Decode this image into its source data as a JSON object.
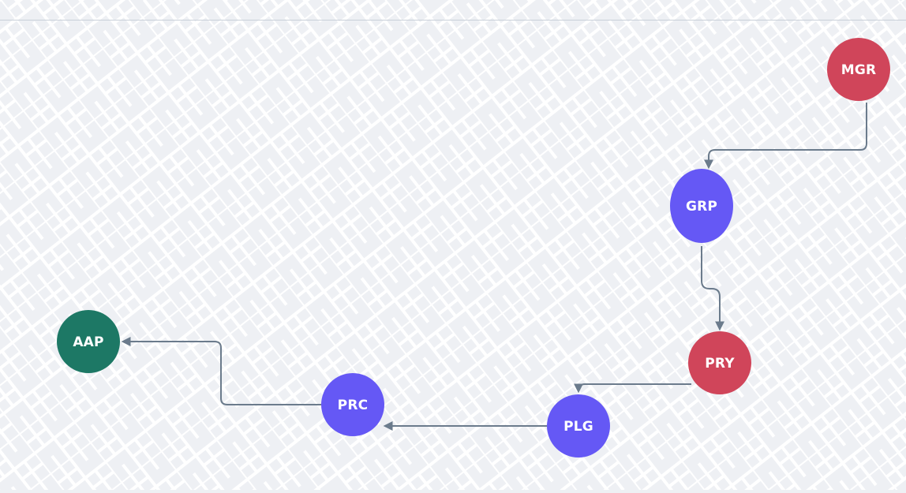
{
  "colors": {
    "background": "#eef0f4",
    "pattern_line": "#ffffff",
    "edge": "#6b7b8c",
    "red": "#d0455a",
    "purple": "#6558f5",
    "green": "#1d7865"
  },
  "nodes": [
    {
      "id": "MGR",
      "label": "MGR",
      "color": "#d0455a"
    },
    {
      "id": "GRP",
      "label": "GRP",
      "color": "#6558f5"
    },
    {
      "id": "PRY",
      "label": "PRY",
      "color": "#d0455a"
    },
    {
      "id": "PLG",
      "label": "PLG",
      "color": "#6558f5"
    },
    {
      "id": "PRC",
      "label": "PRC",
      "color": "#6558f5"
    },
    {
      "id": "AAP",
      "label": "AAP",
      "color": "#1d7865"
    }
  ],
  "edges": [
    {
      "from": "MGR",
      "to": "GRP"
    },
    {
      "from": "GRP",
      "to": "PRY"
    },
    {
      "from": "PRY",
      "to": "PLG"
    },
    {
      "from": "PLG",
      "to": "PRC"
    },
    {
      "from": "PRC",
      "to": "AAP"
    }
  ]
}
